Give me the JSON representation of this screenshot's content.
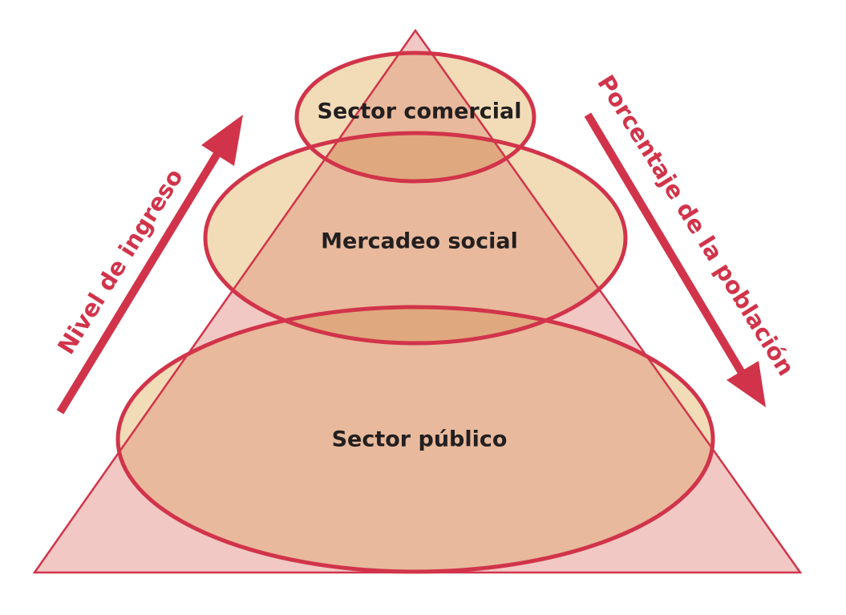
{
  "colors": {
    "accent": "#d1344a",
    "pyramid_fill": "#f2c8c4",
    "ellipse_fill": "#f2dcb8",
    "overlap_fill": "#e8b99c",
    "double_overlap_fill": "#e0a87e",
    "text": "#231f20"
  },
  "diagram": {
    "levels": [
      {
        "label": "Sector comercial"
      },
      {
        "label": "Mercadeo social"
      },
      {
        "label": "Sector público"
      }
    ],
    "left_arrow": {
      "label": "Nivel de ingreso",
      "direction": "up"
    },
    "right_arrow": {
      "label": "Porcentaje de la población",
      "direction": "down"
    }
  }
}
